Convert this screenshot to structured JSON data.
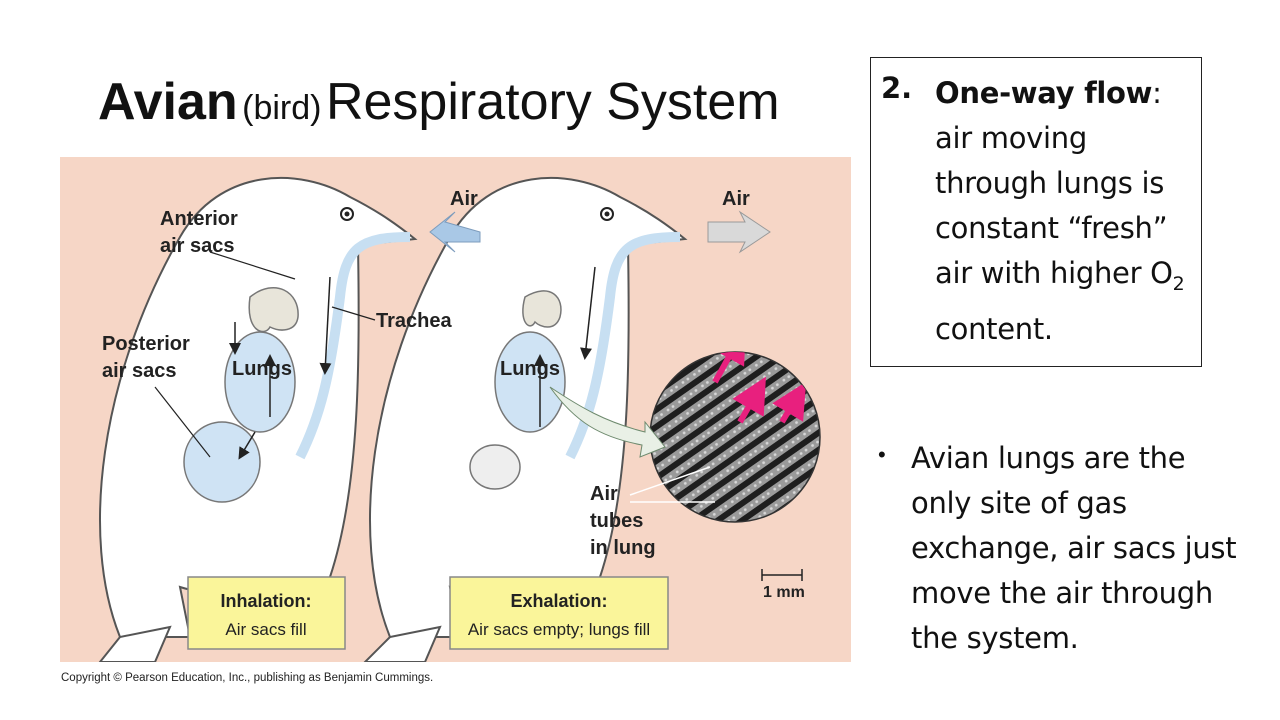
{
  "title": {
    "bold": "Avian",
    "small": "(bird)",
    "regular": "Respiratory System"
  },
  "figure": {
    "labels": {
      "anterior_line1": "Anterior",
      "anterior_line2": "air sacs",
      "posterior_line1": "Posterior",
      "posterior_line2": "air sacs",
      "lungs_left": "Lungs",
      "lungs_right": "Lungs",
      "trachea": "Trachea",
      "air_in": "Air",
      "air_out": "Air",
      "tubes_line1": "Air",
      "tubes_line2": "tubes",
      "tubes_line3": "in lung",
      "scale": "1 mm"
    },
    "inhalation": {
      "heading": "Inhalation:",
      "caption": "Air sacs fill"
    },
    "exhalation": {
      "heading": "Exhalation:",
      "caption": "Air sacs empty; lungs fill"
    },
    "copyright": "Copyright © Pearson Education, Inc., publishing as Benjamin Cummings."
  },
  "box": {
    "number": "2.",
    "heading": "One-way flow",
    "colon": ":",
    "text1": " air moving through lungs is constant “fresh” air with higher O",
    "sub": "2",
    "text2": " content."
  },
  "bullet": {
    "text": "Avian lungs are the only site of gas exchange, air sacs just move the air through the system."
  }
}
